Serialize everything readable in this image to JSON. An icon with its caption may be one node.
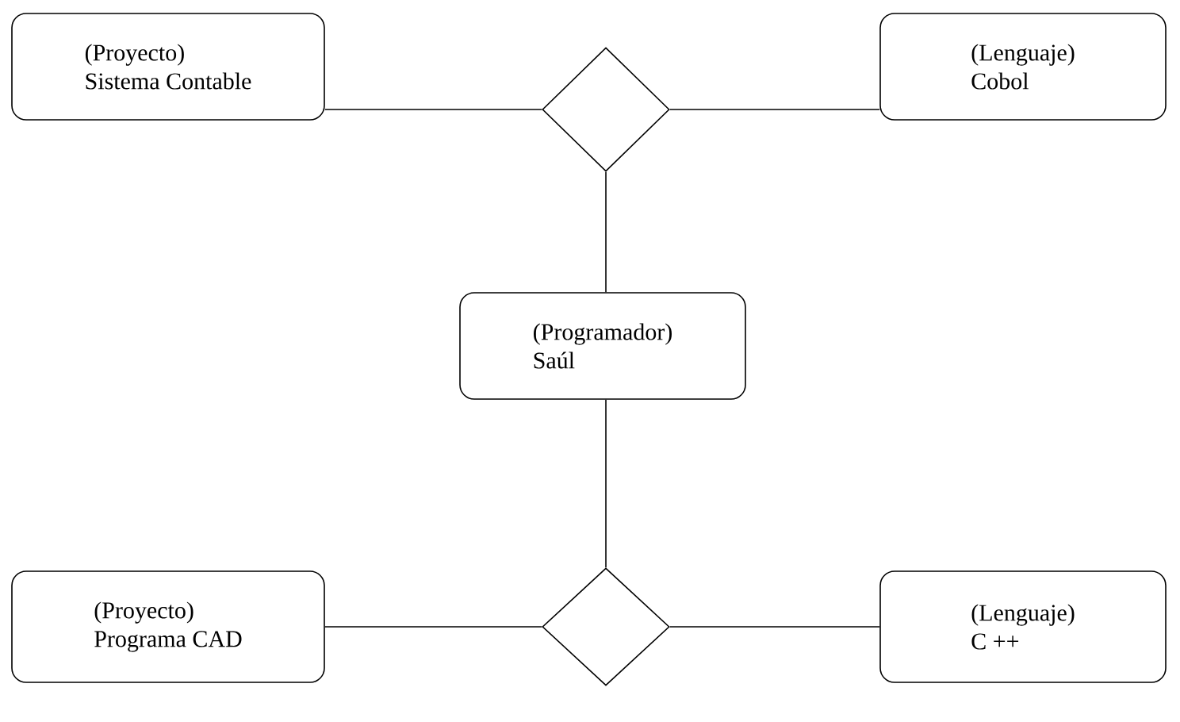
{
  "diagram": {
    "nodes": [
      {
        "text": [
          "(Proyecto)",
          "Sistema Contable"
        ]
      },
      {
        "text": [],
        "shape": "diamond"
      },
      {
        "text": [
          "(Lenguaje)",
          "Cobol"
        ]
      },
      {
        "text": [
          "(Programador)",
          "Saúl"
        ]
      },
      {
        "text": [],
        "shape": "diamond"
      },
      {
        "text": [
          "(Proyecto)",
          "Programa CAD"
        ]
      },
      {
        "text": [
          "(Lenguaje)",
          "C ++"
        ]
      }
    ],
    "edges": [
      {
        "from": 0,
        "to": 1,
        "arrow": "none"
      },
      {
        "from": 1,
        "to": 2,
        "arrow": "none"
      },
      {
        "from": 1,
        "to": 3,
        "arrow": "none"
      },
      {
        "from": 3,
        "to": 4,
        "arrow": "none"
      },
      {
        "from": 4,
        "to": 5,
        "arrow": "none"
      },
      {
        "from": 4,
        "to": 6,
        "arrow": "none"
      }
    ]
  }
}
